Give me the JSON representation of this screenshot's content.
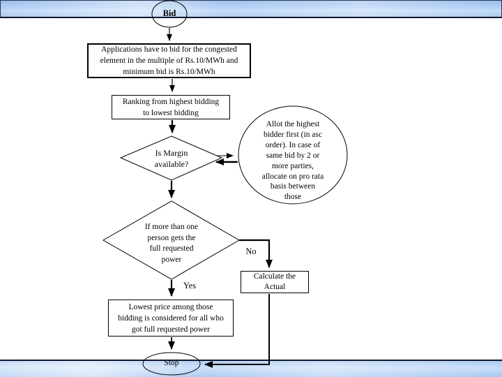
{
  "flowchart": {
    "start": {
      "label": "Bid"
    },
    "bid_rules": {
      "text": "Applications have to bid for the congested\nelement in the multiple of Rs.10/MWh and\nminimum bid is Rs.10/MWh"
    },
    "ranking": {
      "text": "Ranking from highest bidding\nto lowest bidding"
    },
    "margin_check": {
      "text": "Is Margin\navailable?"
    },
    "allot_note": {
      "text": "Allot the highest\nbidder first (in asc\norder). In case of\nsame bid by 2 or\nmore parties,\nallocate on pro rata\nbasis between\nthose"
    },
    "multi_winner_check": {
      "text": "If more than one\nperson gets the\nfull requested\npower"
    },
    "no_label": "No",
    "yes_label": "Yes",
    "calculate": {
      "text": "Calculate the\nActual"
    },
    "lowest_price": {
      "text": "Lowest price among those\nbidding is considered for all who\ngot full requested power"
    },
    "stop": {
      "label": "Stop"
    }
  },
  "colors": {
    "banner_blue": "#a9c9f0",
    "banner_highlight": "#d9e7fb",
    "banner_border": "#10162c",
    "line_color": "#000000",
    "shape_fill": "#ffffff"
  }
}
